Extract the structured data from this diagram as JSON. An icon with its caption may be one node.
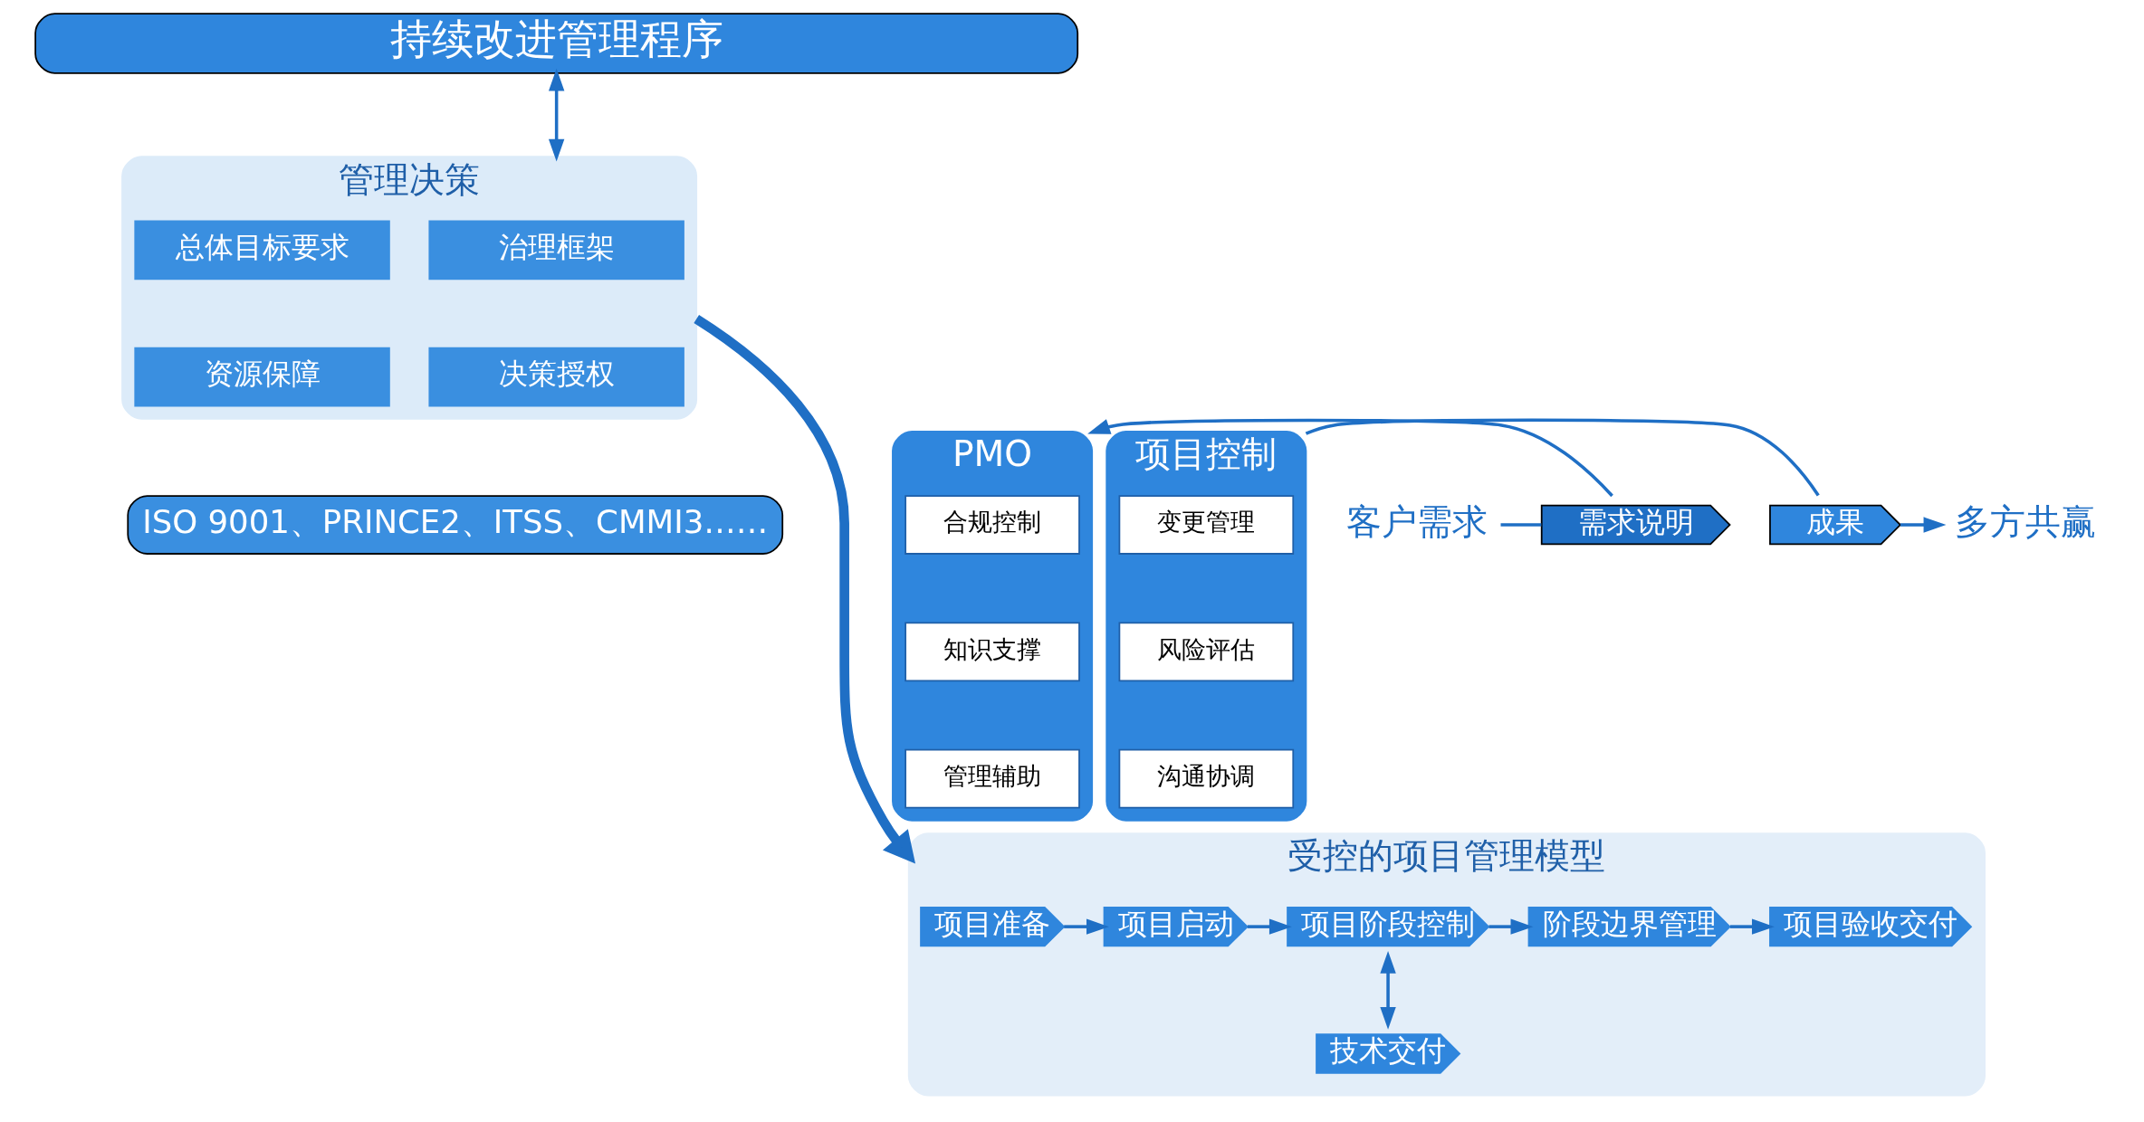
{
  "diagram": {
    "nodes": [
      {
        "text": [
          "持续改进管理程序"
        ]
      },
      {
        "text": [
          "管理决策"
        ]
      },
      {
        "text": [
          "治理框架"
        ],
        "in": 1
      },
      {
        "text": [
          "总体目标要求"
        ],
        "in": 1
      },
      {
        "text": [
          "决策授权"
        ],
        "in": 1
      },
      {
        "text": [
          "资源保障"
        ],
        "in": 1
      },
      {
        "text": [
          "PMO"
        ]
      },
      {
        "text": [
          "合规控制"
        ],
        "in": 6
      },
      {
        "text": [
          "知识支撑"
        ],
        "in": 6
      },
      {
        "text": [
          "管理辅助"
        ],
        "in": 6
      },
      {
        "text": [
          "ISO 9001、PRINCE2、ITSS、CMMI3……"
        ]
      },
      {
        "text": [
          "项目控制"
        ]
      },
      {
        "text": [
          "变更管理"
        ],
        "in": 11
      },
      {
        "text": [
          "风险评估"
        ],
        "in": 11
      },
      {
        "text": [
          "沟通协调"
        ],
        "in": 11
      },
      {
        "text": [
          "受控的项目管理模型"
        ]
      },
      {
        "text": [
          "项目准备"
        ],
        "in": 15
      },
      {
        "text": [
          "项目启动"
        ],
        "in": 15
      },
      {
        "text": [
          "项目阶段控制"
        ],
        "in": 15
      },
      {
        "text": [
          "阶段边界管理"
        ],
        "in": 15
      },
      {
        "text": [
          "项目验收交付"
        ],
        "in": 15
      },
      {
        "text": [
          "技术交付"
        ],
        "in": 15
      },
      {
        "text": [
          "客户需求"
        ]
      },
      {
        "text": [
          "需求说明"
        ]
      },
      {
        "text": [
          "成果"
        ]
      },
      {
        "text": [
          "多方共赢"
        ]
      }
    ],
    "edges": [
      {
        "from": 0,
        "to": 1,
        "arrow": "both"
      },
      {
        "from": 1,
        "to": 15,
        "arrow": "to",
        "style": "thick"
      },
      {
        "from": 16,
        "to": 17,
        "arrow": "to"
      },
      {
        "from": 17,
        "to": 18,
        "arrow": "to"
      },
      {
        "from": 18,
        "to": 19,
        "arrow": "to"
      },
      {
        "from": 19,
        "to": 20,
        "arrow": "to"
      },
      {
        "from": 18,
        "to": 21,
        "arrow": "both"
      },
      {
        "from": 22,
        "to": 23,
        "arrow": "none"
      },
      {
        "from": 23,
        "to": 6,
        "arrow": "to"
      },
      {
        "from": 11,
        "to": 24,
        "arrow": "none"
      },
      {
        "from": 24,
        "to": 25,
        "arrow": "to"
      }
    ]
  }
}
